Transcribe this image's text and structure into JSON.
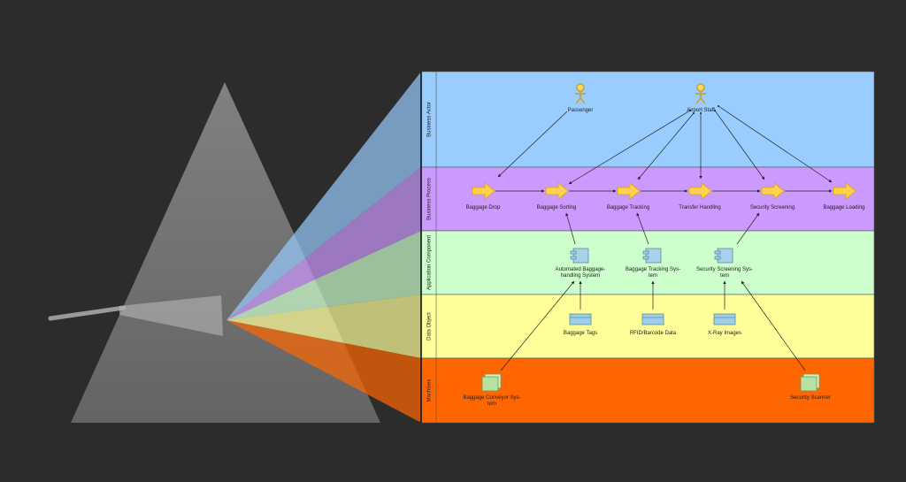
{
  "colors": {
    "background": "#2c2c2c",
    "lane_actor": "#99ccff",
    "lane_process": "#cc99ff",
    "lane_app": "#ccffcc",
    "lane_data": "#ffff99",
    "lane_machine": "#ff6600",
    "actor_icon": "#ffd966",
    "process_arrow": "#ffd24d",
    "app_component": "#a6d2ea",
    "data_object": "#9dcfe8",
    "machine_icon": "#b7e1a1"
  },
  "lanes": [
    {
      "id": "actor",
      "label": "Business Actor"
    },
    {
      "id": "process",
      "label": "Business Process"
    },
    {
      "id": "app",
      "label": "Application Component"
    },
    {
      "id": "data",
      "label": "Data Object"
    },
    {
      "id": "machine",
      "label": "Machines"
    }
  ],
  "actors": [
    {
      "id": "passenger",
      "label": "Passenger",
      "icon": "stick-figure-icon"
    },
    {
      "id": "staff",
      "label": "Airport Staff",
      "icon": "stick-figure-icon"
    }
  ],
  "processes": [
    {
      "id": "drop",
      "label": "Baggage Drop"
    },
    {
      "id": "sorting",
      "label": "Baggage Sorting"
    },
    {
      "id": "tracking",
      "label": "Baggage Tracking"
    },
    {
      "id": "transfer",
      "label": "Transfer Handling"
    },
    {
      "id": "screening",
      "label": "Security Screening"
    },
    {
      "id": "loading",
      "label": "Baggage Loading"
    }
  ],
  "components": [
    {
      "id": "abhs",
      "lines": [
        "Automated Baggage-",
        "handling System"
      ]
    },
    {
      "id": "bts",
      "lines": [
        "Baggage Tracking Sys-",
        "tem"
      ]
    },
    {
      "id": "sss",
      "lines": [
        "Security Screening Sys-",
        "tem"
      ]
    }
  ],
  "data_objects": [
    {
      "id": "tags",
      "label": "Baggage Tags"
    },
    {
      "id": "rfid",
      "label": "RFID/Barcode Data"
    },
    {
      "id": "xray",
      "label": "X-Ray Images"
    }
  ],
  "machines": [
    {
      "id": "conveyor",
      "lines": [
        "Baggage Conveyor Sys-",
        "tem"
      ]
    },
    {
      "id": "scanner",
      "lines": [
        "Security Scanner"
      ]
    }
  ]
}
